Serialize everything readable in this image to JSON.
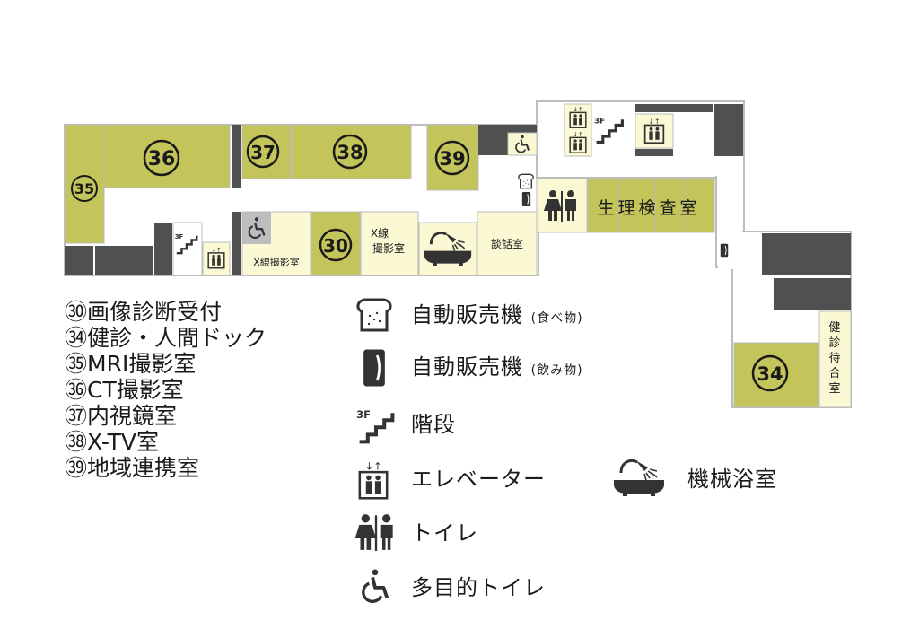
{
  "colors": {
    "olive": "#c3c459",
    "cream": "#fbf9d3",
    "dark": "#505050",
    "wall": "#bdbdbd",
    "floor": "#ffffff"
  },
  "rooms": {
    "r30": "30",
    "r34": "34",
    "r35": "35",
    "r36": "36",
    "r37": "37",
    "r38": "38",
    "r39": "39",
    "physio": "生理検査室",
    "consult": "談話室",
    "xray1": "X線撮影室",
    "xray2_line1": "X線",
    "xray2_line2": "撮影室",
    "waiting": [
      "健",
      "診",
      "待",
      "合",
      "室"
    ],
    "stair_label": "3F"
  },
  "legend": {
    "vending_food": "自動販売機",
    "vending_food_sub": "(食べ物)",
    "vending_drink": "自動販売機",
    "vending_drink_sub": "(飲み物)",
    "stairs": "階段",
    "elevator": "エレベーター",
    "bath": "機械浴室",
    "toilet": "トイレ",
    "accessible_toilet": "多目的トイレ"
  },
  "key": [
    "㉚画像診断受付",
    "㉞健診・人間ドック",
    "㉟MRI撮影室",
    "㊱CT撮影室",
    "㊲内視鏡室",
    "㊳X-TV室",
    "㊴地域連携室"
  ]
}
